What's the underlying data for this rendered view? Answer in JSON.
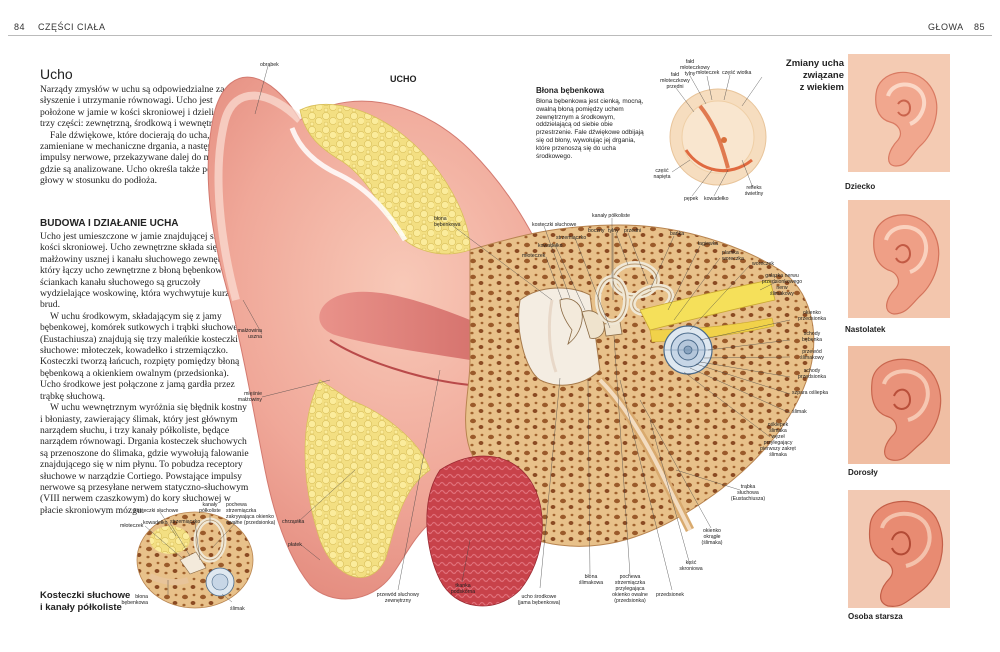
{
  "header": {
    "page_left": "84",
    "section_left": "CZĘŚCI CIAŁA",
    "section_right": "GŁOWA",
    "page_right": "85"
  },
  "intro": {
    "title": "Ucho",
    "p1": "Narządy zmysłów w uchu są odpowiedzialne za słyszenie i utrzymanie równowagi. Ucho jest położone w jamie w kości skroniowej i dzieli się na trzy części: zewnętrzną, środkową i wewnętrzną.",
    "p2": "Fale dźwiękowe, które docierają do ucha, są zamieniane w mechaniczne drgania, a następnie w impulsy nerwowe, przekazywane dalej do mózgu, gdzie są analizowane. Ucho określa także pozycję głowy w stosunku do podłoża."
  },
  "budowa": {
    "title": "BUDOWA I DZIAŁANIE UCHA",
    "p1": "Ucho jest umieszczone w jamie znajdującej się w kości skroniowej. Ucho zewnętrzne składa się z małżowiny usznej i kanału słuchowego zewnętrznego, który łączy ucho zewnętrzne z błoną bębenkową. W ściankach kanału słuchowego są gruczoły wydzielające woskowinę, która wychwytuje kurz i brud.",
    "p2": "W uchu środkowym, składającym się z jamy bębenkowej, komórek sutkowych i trąbki słuchowej (Eustachiusza) znajdują się trzy maleńkie kosteczki słuchowe: młoteczek, kowadełko i strzemiączko. Kosteczki tworzą łańcuch, rozpięty pomiędzy błoną bębenkową a okienkiem owalnym (przedsionka). Ucho środkowe jest połączone z jamą gardła przez trąbkę słuchową.",
    "p3": "W uchu wewnętrznym wyróżnia się błędnik kostny i błoniasty, zawierający ślimak, który jest głównym narządem słuchu, i trzy kanały półkoliste, będące narządem równowagi. Drgania kosteczek słuchowych są przenoszone do ślimaka, gdzie wywołują falowanie znajdującego się w nim płynu. To pobudza receptory słuchowe w narządzie Cortiego. Powstające impulsy nerwowe są przesyłane nerwem statyczno-słuchowym (VIII nerwem czaszkowym) do kory słuchowej w płacie skroniowym mózgu."
  },
  "main_diagram": {
    "title": "UCHO",
    "labels": {
      "obrabek": "obrąbek",
      "malzowina": "małżowina\nuszna",
      "miesnie": "mięśnie\nmałżowiny",
      "chrzastka": "chrząstka",
      "platek": "płatek",
      "blona_bebenkowa": "błona\nbębenkowa",
      "kosteczki": "kosteczki słuchowe",
      "mloteczek": "młoteczek",
      "kowadelko": "kowadełko",
      "strzemiaczko": "strzemiączko",
      "kanaly_polkoliste": "kanały półkoliste",
      "boczny": "boczny",
      "tylny": "tylny",
      "przedni": "przedni",
      "banka": "bańka",
      "lagiewka": "łagiewka",
      "plamka": "plamka\nworeczka",
      "woreczek": "woreczek",
      "galazka": "gałązka nerwu\nprzedsionkowego\nnerw\nślimakowy",
      "okienko_przedsionka": "okienko\nprzedsionka",
      "schody_bebenka": "schody\nbębenka",
      "przewod_slimakowy": "przewód\nślimakowy",
      "schody_przedsionka": "schody\nprzedsionka",
      "szpara": "szpara ośliepka",
      "slimak": "ślimak",
      "osklepek": "ośklepek\nślimaka\nwęzeł\nprzylegający\npierwszy zakręt\nślimaka",
      "trabka": "trąbka\nsłuchowa\n(Eustachiusza)",
      "okienko_okragle": "okienko\nokrągłe\n(ślimaka)",
      "kosc_skroniowa": "kość\nskroniowa",
      "przedsionek": "przedsionek",
      "okienko_owalne": "pochewa\nstrzemiączka\nprzylegająca\nokienko owalne\n(przedsionka)",
      "blona_slimakowa": "błona\nślimakowa",
      "ucho_srodkowe": "ucho środkowe\n(jama bębenkowa)",
      "tkanka_podskorna": "tkanka\npodskórna",
      "przewod_sluchowy": "przewód słuchowy\nzewnętrzny"
    }
  },
  "tympanic": {
    "title": "Błona bębenkowa",
    "text": "Błona bębenkowa jest cienką, mocną, owalną błoną pomiędzy uchem zewnętrznym a środkowym, oddzielającą od siebie obie przestrzenie. Fale dźwiękowe odbijają się od błony, wywołując jej drgania, które przenoszą się do ucha środkowego.",
    "labels": {
      "fald_tylny": "fałd\nmłoteczkowy\ntylny",
      "fald_przedni": "fałd\nmłoteczkowy\nprzedni",
      "mloteczek": "młoteczek",
      "czesc_wiotka": "część wiotka",
      "czesc_napieta": "część\nnapięta",
      "pepek": "pępek",
      "kowadelko": "kowadełko",
      "refleks": "refleks\nświetlny"
    }
  },
  "ossicles": {
    "title": "Kosteczki słuchowe\ni kanały półkoliste",
    "labels": {
      "kosteczki": "kosteczki słuchowe",
      "kanaly": "kanały\npółkoliste",
      "pochewa": "pochewa\nstrzemiączka\nzakrywająca okienko\nowalne (przedsionka)",
      "mloteczek": "młoteczek",
      "kowadelko": "kowadełko",
      "strzemiaczko": "strzemiączko",
      "blona": "błona\nbębenkowa",
      "slimak": "ślimak"
    }
  },
  "aging": {
    "title": "Zmiany ucha\nzwiązane\nz wiekiem",
    "stages": [
      "Dziecko",
      "Nastolatek",
      "Dorosły",
      "Osoba starsza"
    ]
  }
}
